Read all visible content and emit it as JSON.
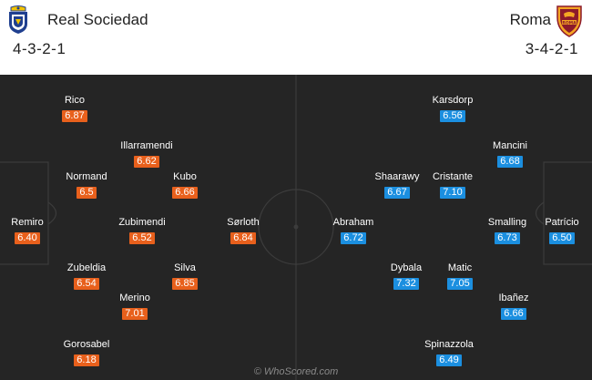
{
  "colors": {
    "home_rating": "#e8601c",
    "away_rating": "#1b8fe0",
    "pitch": "#252525",
    "line": "#3c3c3c"
  },
  "home": {
    "name": "Real Sociedad",
    "formation": "4-3-2-1",
    "crest_icon": "real-sociedad-crest-icon",
    "players": [
      {
        "name": "Remiro",
        "rating": "6.40"
      },
      {
        "name": "Rico",
        "rating": "6.87"
      },
      {
        "name": "Normand",
        "rating": "6.5"
      },
      {
        "name": "Zubeldia",
        "rating": "6.54"
      },
      {
        "name": "Gorosabel",
        "rating": "6.18"
      },
      {
        "name": "Illarramendi",
        "rating": "6.62"
      },
      {
        "name": "Zubimendi",
        "rating": "6.52"
      },
      {
        "name": "Merino",
        "rating": "7.01"
      },
      {
        "name": "Kubo",
        "rating": "6.66"
      },
      {
        "name": "Silva",
        "rating": "6.85"
      },
      {
        "name": "Sørloth",
        "rating": "6.84"
      }
    ]
  },
  "away": {
    "name": "Roma",
    "formation": "3-4-2-1",
    "crest_icon": "roma-crest-icon",
    "crest_text": "ROMA",
    "players": [
      {
        "name": "Patrício",
        "rating": "6.50"
      },
      {
        "name": "Mancini",
        "rating": "6.68"
      },
      {
        "name": "Smalling",
        "rating": "6.73"
      },
      {
        "name": "Ibañez",
        "rating": "6.66"
      },
      {
        "name": "Karsdorp",
        "rating": "6.56"
      },
      {
        "name": "Cristante",
        "rating": "7.10"
      },
      {
        "name": "Matic",
        "rating": "7.05"
      },
      {
        "name": "Spinazzola",
        "rating": "6.49"
      },
      {
        "name": "Shaarawy",
        "rating": "6.67"
      },
      {
        "name": "Dybala",
        "rating": "7.32"
      },
      {
        "name": "Abraham",
        "rating": "6.72"
      }
    ]
  },
  "watermark": "© WhoScored.com"
}
